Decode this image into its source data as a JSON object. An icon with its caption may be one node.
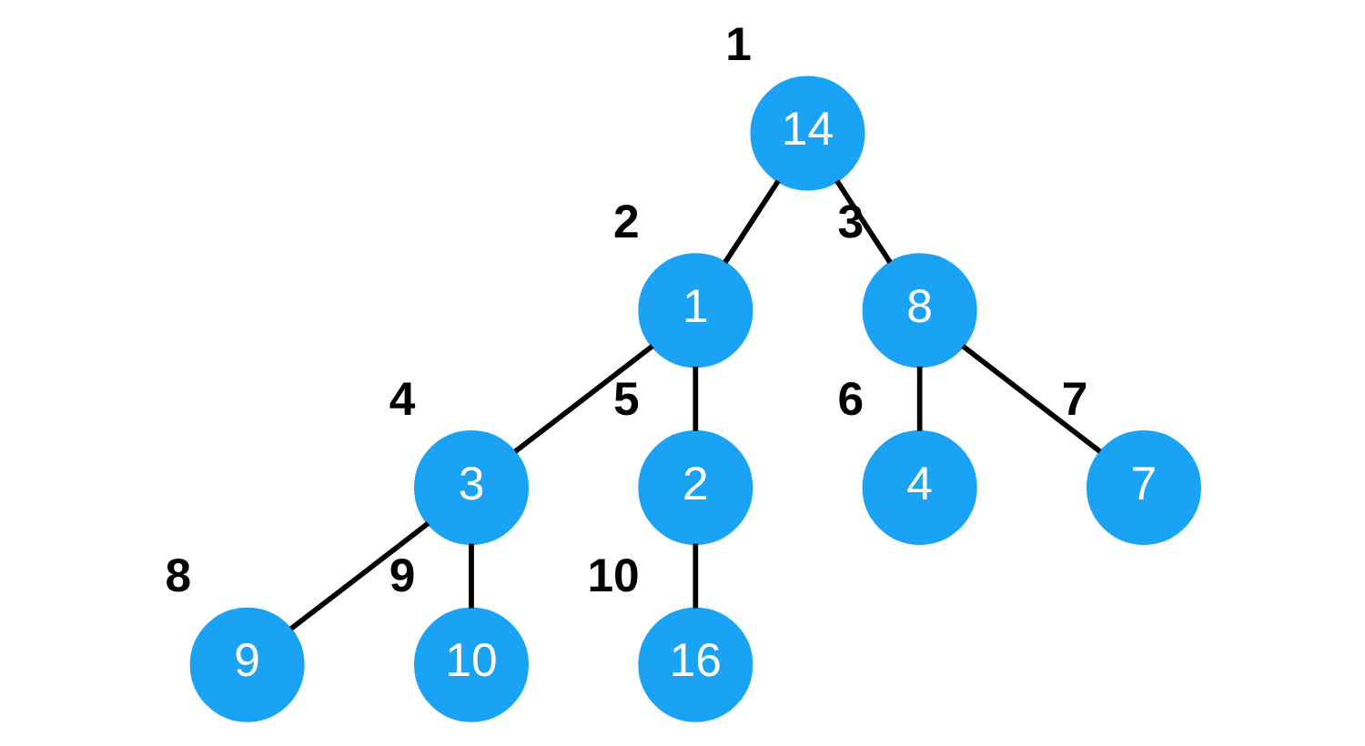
{
  "diagram": {
    "nodes": [
      {
        "text": [
          "14"
        ],
        "beside": [
          "1"
        ]
      },
      {
        "text": [
          "1"
        ],
        "beside": [
          "2"
        ]
      },
      {
        "text": [
          "8"
        ],
        "beside": [
          "3"
        ]
      },
      {
        "text": [
          "3"
        ],
        "beside": [
          "4"
        ]
      },
      {
        "text": [
          "2"
        ],
        "beside": [
          "5"
        ]
      },
      {
        "text": [
          "4"
        ],
        "beside": [
          "6"
        ]
      },
      {
        "text": [
          "7"
        ],
        "beside": [
          "7"
        ]
      },
      {
        "text": [
          "9"
        ],
        "beside": [
          "8"
        ]
      },
      {
        "text": [
          "10"
        ],
        "beside": [
          "9"
        ]
      },
      {
        "text": [
          "16"
        ],
        "beside": [
          "10"
        ]
      }
    ],
    "edges": [
      {
        "from": 0,
        "to": 1,
        "arrow": "none"
      },
      {
        "from": 0,
        "to": 2,
        "arrow": "none"
      },
      {
        "from": 1,
        "to": 3,
        "arrow": "none"
      },
      {
        "from": 1,
        "to": 4,
        "arrow": "none"
      },
      {
        "from": 2,
        "to": 5,
        "arrow": "none"
      },
      {
        "from": 2,
        "to": 6,
        "arrow": "none"
      },
      {
        "from": 3,
        "to": 7,
        "arrow": "none"
      },
      {
        "from": 3,
        "to": 8,
        "arrow": "none"
      },
      {
        "from": 4,
        "to": 9,
        "arrow": "none"
      }
    ]
  }
}
